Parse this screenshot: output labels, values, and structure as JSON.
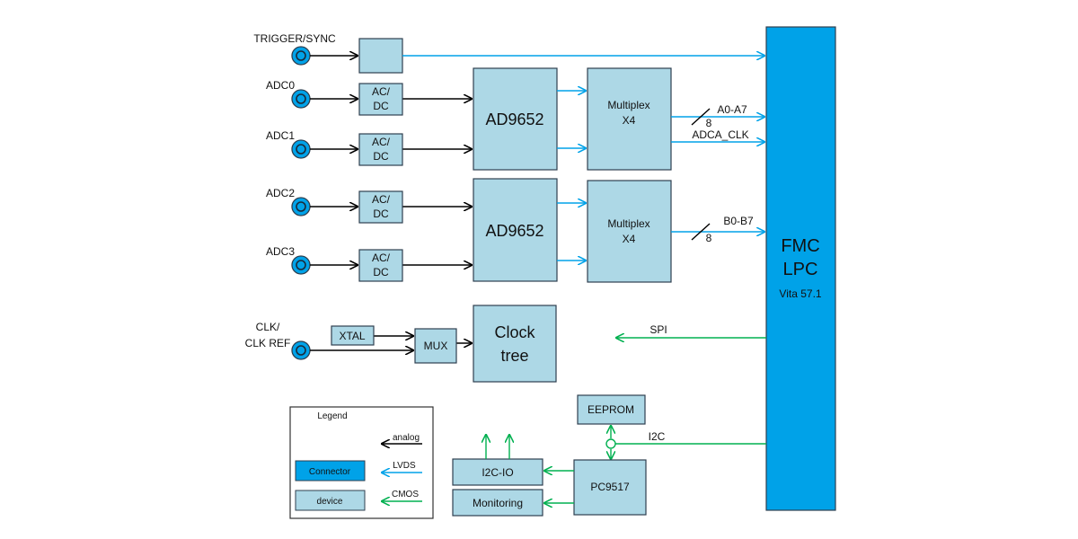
{
  "connectors": {
    "trigger": "TRIGGER/SYNC",
    "adc0": "ADC0",
    "adc1": "ADC1",
    "adc2": "ADC2",
    "adc3": "ADC3",
    "clk_line1": "CLK/",
    "clk_line2": "CLK REF"
  },
  "acdc": {
    "line1": "AC/",
    "line2": "DC"
  },
  "adc_chip": "AD9652",
  "multiplex": {
    "line1": "Multiplex",
    "line2": "X4"
  },
  "bus": {
    "a": "A0-A7",
    "a_width": "8",
    "clk": "ADCA_CLK",
    "b": "B0-B7",
    "b_width": "8"
  },
  "fmc": {
    "line1": "FMC",
    "line2": "LPC",
    "line3": "Vita 57.1"
  },
  "xtal": "XTAL",
  "mux": "MUX",
  "clock_tree": {
    "line1": "Clock",
    "line2": "tree"
  },
  "spi": "SPI",
  "eeprom": "EEPROM",
  "i2c": "I2C",
  "pc9517": "PC9517",
  "i2c_io": "I2C-IO",
  "monitoring": "Monitoring",
  "legend": {
    "title": "Legend",
    "connector": "Connector",
    "device": "device",
    "analog": "analog",
    "lvds": "LVDS",
    "cmos": "CMOS"
  },
  "colors": {
    "device": "#add8e6",
    "connector": "#00a2e8",
    "analog": "#000000",
    "lvds": "#00a2e8",
    "cmos": "#00b050"
  }
}
